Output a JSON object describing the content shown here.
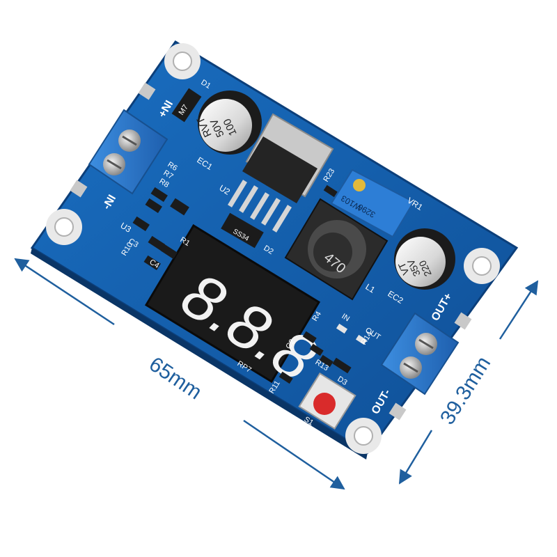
{
  "dimensions": {
    "length": "65mm",
    "width": "39.3mm",
    "color": "#1f5f9e"
  },
  "board": {
    "pcb_color": "#1766b4",
    "labels": {
      "in_plus": "+NI",
      "in_minus": "-NI",
      "out_plus": "OUT+",
      "out_minus": "OUT-",
      "in": "IN",
      "out": "OUT",
      "l1": "L1",
      "ec1": "EC1",
      "ec2": "EC2",
      "vr1": "VR1",
      "u2": "U2",
      "u3": "U3",
      "d1": "D1",
      "d2": "D2",
      "d3": "D3",
      "s1": "S1",
      "c2": "C2",
      "c3": "C3",
      "c4": "C4",
      "r1": "R1",
      "r4": "R4",
      "r6": "R6",
      "r7": "R7",
      "r8": "R8",
      "r10": "R10",
      "r11": "R11",
      "r13": "R13",
      "r14": "R14",
      "r23": "R23",
      "rp7": "RP7",
      "d1_mark": "M7",
      "d2_mark": "SS34"
    },
    "inductor_value": "470",
    "cap_ec1": [
      "100",
      "50V",
      "RVT"
    ],
    "cap_ec2": [
      "220",
      "35V",
      "VT"
    ],
    "trimpot_code": [
      "W103",
      "3296"
    ],
    "display_digits": "8.8.8"
  }
}
